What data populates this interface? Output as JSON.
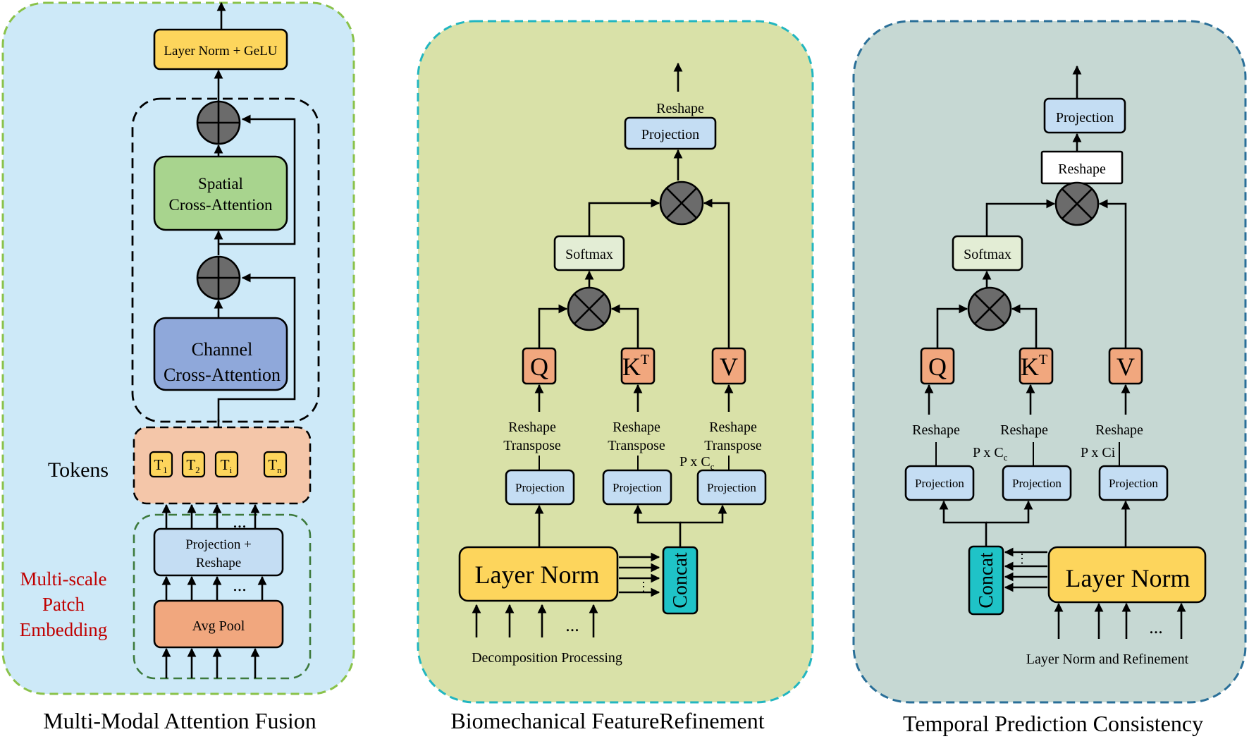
{
  "panel1": {
    "caption": "Multi-Modal Attention Fusion",
    "layer_norm_gelu": "Layer Norm + GeLU",
    "spatial_line1": "Spatial",
    "spatial_line2": "Cross-Attention",
    "channel_line1": "Channel",
    "channel_line2": "Cross-Attention",
    "tokens_label": "Tokens",
    "tokens": [
      {
        "base": "T",
        "sub": "1"
      },
      {
        "base": "T",
        "sub": "2"
      },
      {
        "base": "T",
        "sub": "i"
      },
      {
        "base": "T",
        "sub": "n"
      }
    ],
    "projection_line1": "Projection +",
    "projection_line2": "Reshape",
    "avg_pool": "Avg Pool",
    "embed_line1": "Multi-scale",
    "embed_line2": "Patch",
    "embed_line3": "Embedding",
    "ellipsis": "..."
  },
  "panel2": {
    "caption": "Biomechanical FeatureRefinement",
    "reshape_top": "Reshape",
    "projection_top": "Projection",
    "softmax": "Softmax",
    "q": "Q",
    "k": "K",
    "k_sup": "T",
    "v": "V",
    "reshape": "Reshape",
    "transpose": "Transpose",
    "pxcc_base": "P x C",
    "pxcc_sub": "c",
    "projection": "Projection",
    "layer_norm": "Layer Norm",
    "concat": "Concat",
    "input_label": "Decomposition Processing",
    "ellipsis": "..."
  },
  "panel3": {
    "caption": "Temporal Prediction Consistency",
    "projection_top": "Projection",
    "reshape_box": "Reshape",
    "softmax": "Softmax",
    "q": "Q",
    "k": "K",
    "k_sup": "T",
    "v": "V",
    "reshape": "Reshape",
    "pxcc_base": "P x C",
    "pxcc_sub": "c",
    "pxci": "P x Ci",
    "projection": "Projection",
    "layer_norm": "Layer Norm",
    "concat": "Concat",
    "input_label": "Layer Norm and Refinement",
    "ellipsis": "..."
  },
  "colors": {
    "panel1_bg": "#cde9f8",
    "panel2_bg": "#d9e1a8",
    "panel3_bg": "#c6d8d3",
    "yellow_box": "#fdd55c",
    "green_box": "#a8d48e",
    "purple_box": "#8fa8da",
    "light_blue_box": "#c4ddf3",
    "peach_tokens": "#f4c6a9",
    "orange_box": "#f1a77e",
    "teal_concat": "#1fc3c7",
    "embed_red": "#c00000"
  }
}
